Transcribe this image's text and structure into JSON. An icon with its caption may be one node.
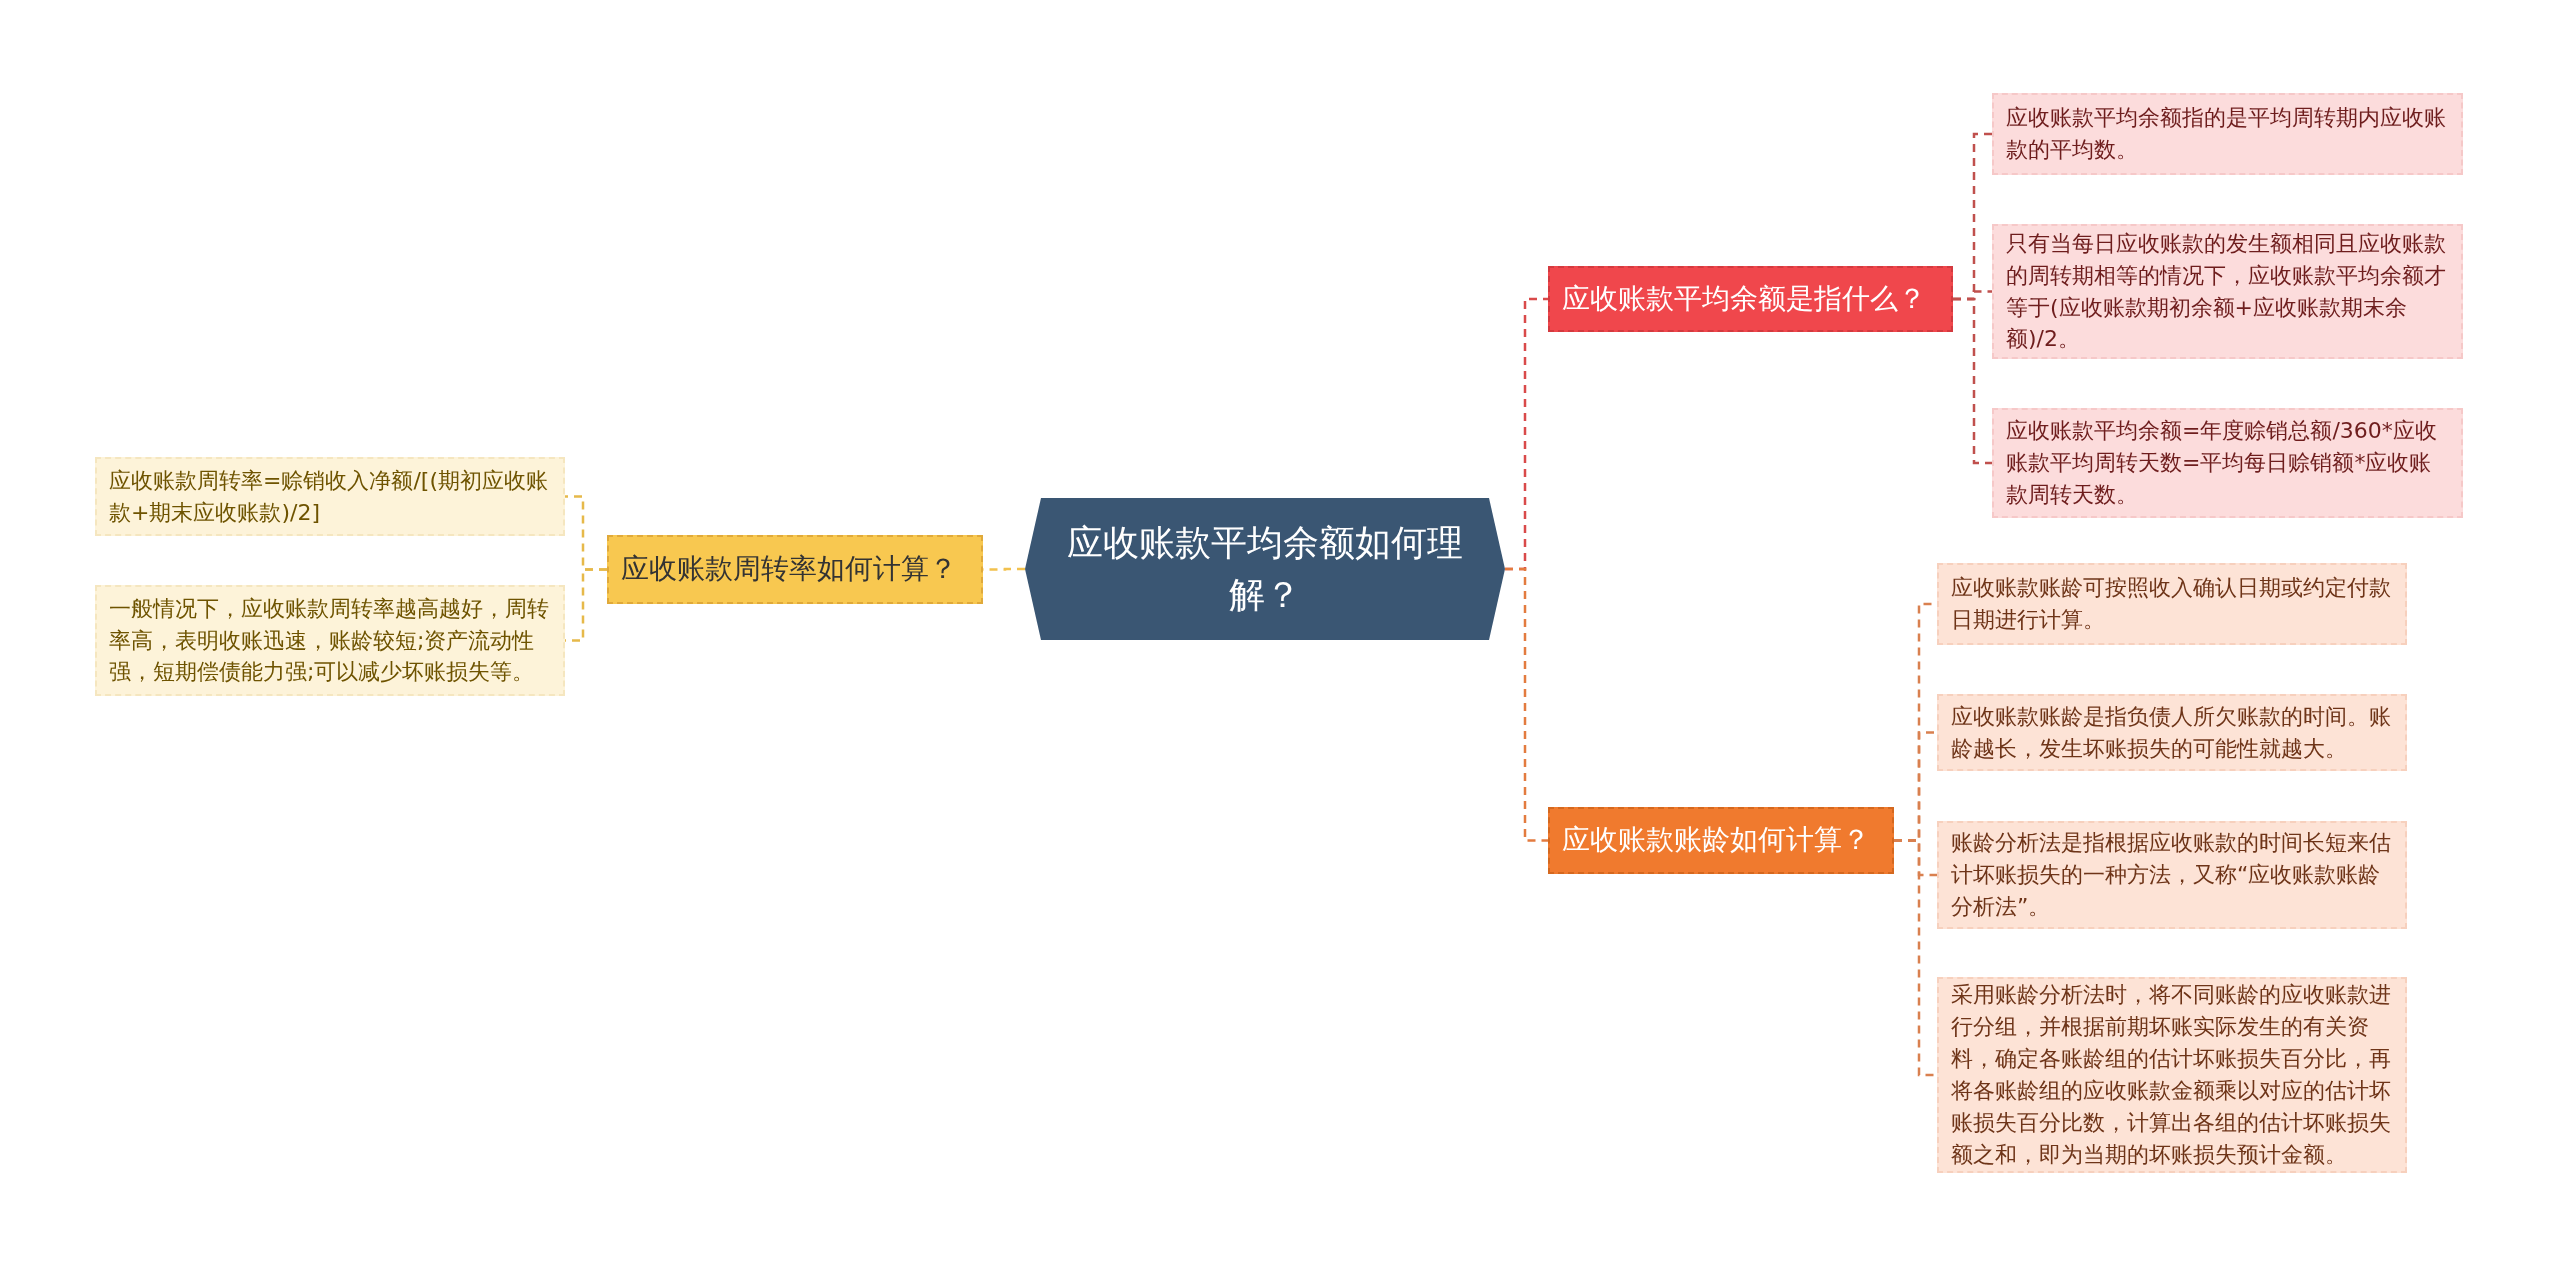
{
  "diagram": {
    "nodes": [
      {
        "text": [
          "应收账款平均余额如何理解？"
        ]
      },
      {
        "text": [
          "应收账款周转率如何计算？"
        ]
      },
      {
        "text": [
          "应收账款周转率=赊销收入净额/[(期初应收账款+期末应收账款)/2]"
        ]
      },
      {
        "text": [
          "一般情况下，应收账款周转率越高越好，周转率高，表明收账迅速，账龄较短;资产流动性强，短期偿债能力强;可以减少坏账损失等。"
        ]
      },
      {
        "text": [
          "应收账款平均余额是指什么？"
        ]
      },
      {
        "text": [
          "应收账款平均余额指的是平均周转期内应收账款的平均数。"
        ]
      },
      {
        "text": [
          "只有当每日应收账款的发生额相同且应收账款的周转期相等的情况下，应收账款平均余额才等于(应收账款期初余额+应收账款期末余额)/2。"
        ]
      },
      {
        "text": [
          "应收账款平均余额=年度赊销总额/360*应收账款平均周转天数=平均每日赊销额*应收账款周转天数。"
        ]
      },
      {
        "text": [
          "应收账款账龄如何计算？"
        ]
      },
      {
        "text": [
          "应收账款账龄可按照收入确认日期或约定付款日期进行计算。"
        ]
      },
      {
        "text": [
          "应收账款账龄是指负债人所欠账款的时间。账龄越长，发生坏账损失的可能性就越大。"
        ]
      },
      {
        "text": [
          "账龄分析法是指根据应收账款的时间长短来估计坏账损失的一种方法，又称“应收账款账龄分析法”。"
        ]
      },
      {
        "text": [
          "采用账龄分析法时，将不同账龄的应收账款进行分组，并根据前期坏账实际发生的有关资料，确定各账龄组的估计坏账损失百分比，再将各账龄组的应收账款金额乘以对应的估计坏账损失百分比数，计算出各组的估计坏账损失额之和，即为当期的坏账损失预计金额。"
        ]
      }
    ],
    "edges": [
      {
        "from": 0,
        "to": 1,
        "arrow": "none",
        "style": "dashed",
        "color": "#f2c14e"
      },
      {
        "from": 1,
        "to": 2,
        "arrow": "none",
        "style": "dashed",
        "color": "#e6b94a"
      },
      {
        "from": 1,
        "to": 3,
        "arrow": "none",
        "style": "dashed",
        "color": "#e6b94a"
      },
      {
        "from": 0,
        "to": 4,
        "arrow": "none",
        "style": "dashed",
        "color": "#d94a4a"
      },
      {
        "from": 4,
        "to": 5,
        "arrow": "none",
        "style": "dashed",
        "color": "#c0504d"
      },
      {
        "from": 4,
        "to": 6,
        "arrow": "none",
        "style": "dashed",
        "color": "#c0504d"
      },
      {
        "from": 4,
        "to": 7,
        "arrow": "none",
        "style": "dashed",
        "color": "#c0504d"
      },
      {
        "from": 0,
        "to": 8,
        "arrow": "none",
        "style": "dashed",
        "color": "#e37b3f"
      },
      {
        "from": 8,
        "to": 9,
        "arrow": "none",
        "style": "dashed",
        "color": "#d9804f"
      },
      {
        "from": 8,
        "to": 10,
        "arrow": "none",
        "style": "dashed",
        "color": "#d9804f"
      },
      {
        "from": 8,
        "to": 11,
        "arrow": "none",
        "style": "dashed",
        "color": "#d9804f"
      },
      {
        "from": 8,
        "to": 12,
        "arrow": "none",
        "style": "dashed",
        "color": "#d9804f"
      }
    ]
  }
}
